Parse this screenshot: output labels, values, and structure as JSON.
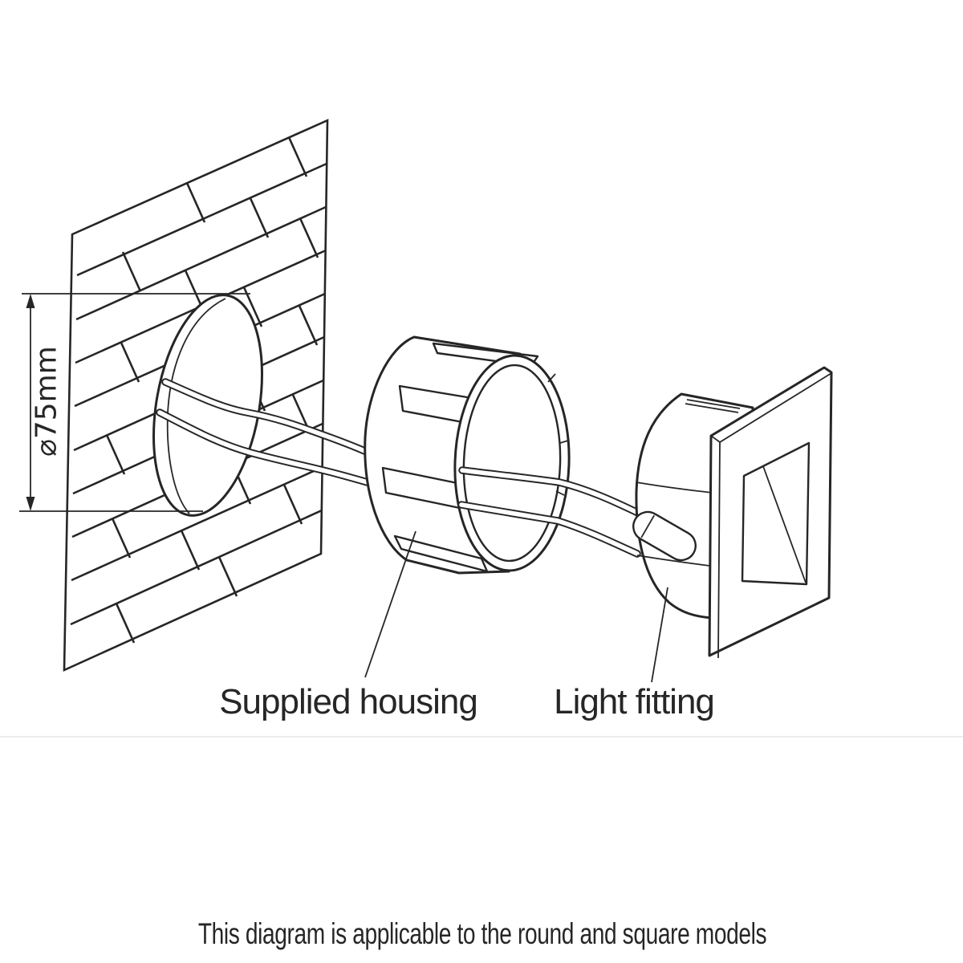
{
  "labels": {
    "dimension": "⌀75mm",
    "supplied_housing": "Supplied housing",
    "light_fitting": "Light fitting"
  },
  "caption": "This diagram is applicable to the round and square models",
  "parts": [
    "wall-with-cutout",
    "cutout-hole",
    "supply-wires",
    "supplied-housing",
    "light-fitting"
  ],
  "colors": {
    "ink": "#262626",
    "background": "#ffffff",
    "divider": "#ececec"
  }
}
